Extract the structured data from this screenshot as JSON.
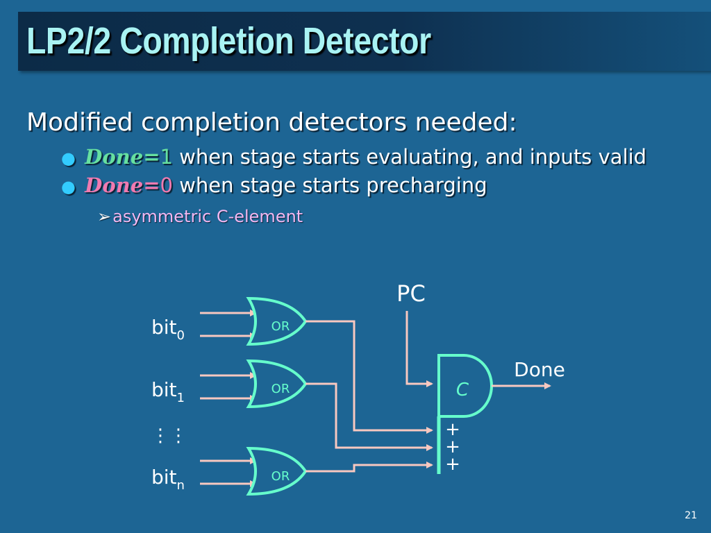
{
  "title": "LP2/2 Completion Detector",
  "bullets": {
    "heading": "Modified completion detectors needed:",
    "item1": {
      "done": "Done=",
      "value": "1",
      "text": "when stage starts evaluating, and inputs valid"
    },
    "item2": {
      "done": "Done=",
      "value": "0",
      "text": "when stage starts precharging"
    },
    "sub": {
      "arrow": "➢",
      "text": "asymmetric C-element"
    }
  },
  "diagram": {
    "pc_label": "PC",
    "done_label": "Done",
    "c_label": "C",
    "plus": "+",
    "or_label": "OR",
    "bits": [
      {
        "base": "bit",
        "sub": "0"
      },
      {
        "base": "bit",
        "sub": "1"
      },
      {
        "base": "bit",
        "sub": "n"
      }
    ],
    "vdots": "⋮⋮"
  },
  "colors": {
    "background": "#1d6594",
    "title_text": "#a9f3f3",
    "wire": "#f8c8c0",
    "gate_outline": "#66ffcc",
    "done_one": "#66e0a0",
    "done_zero": "#f07ab0"
  },
  "slide_number": "21"
}
